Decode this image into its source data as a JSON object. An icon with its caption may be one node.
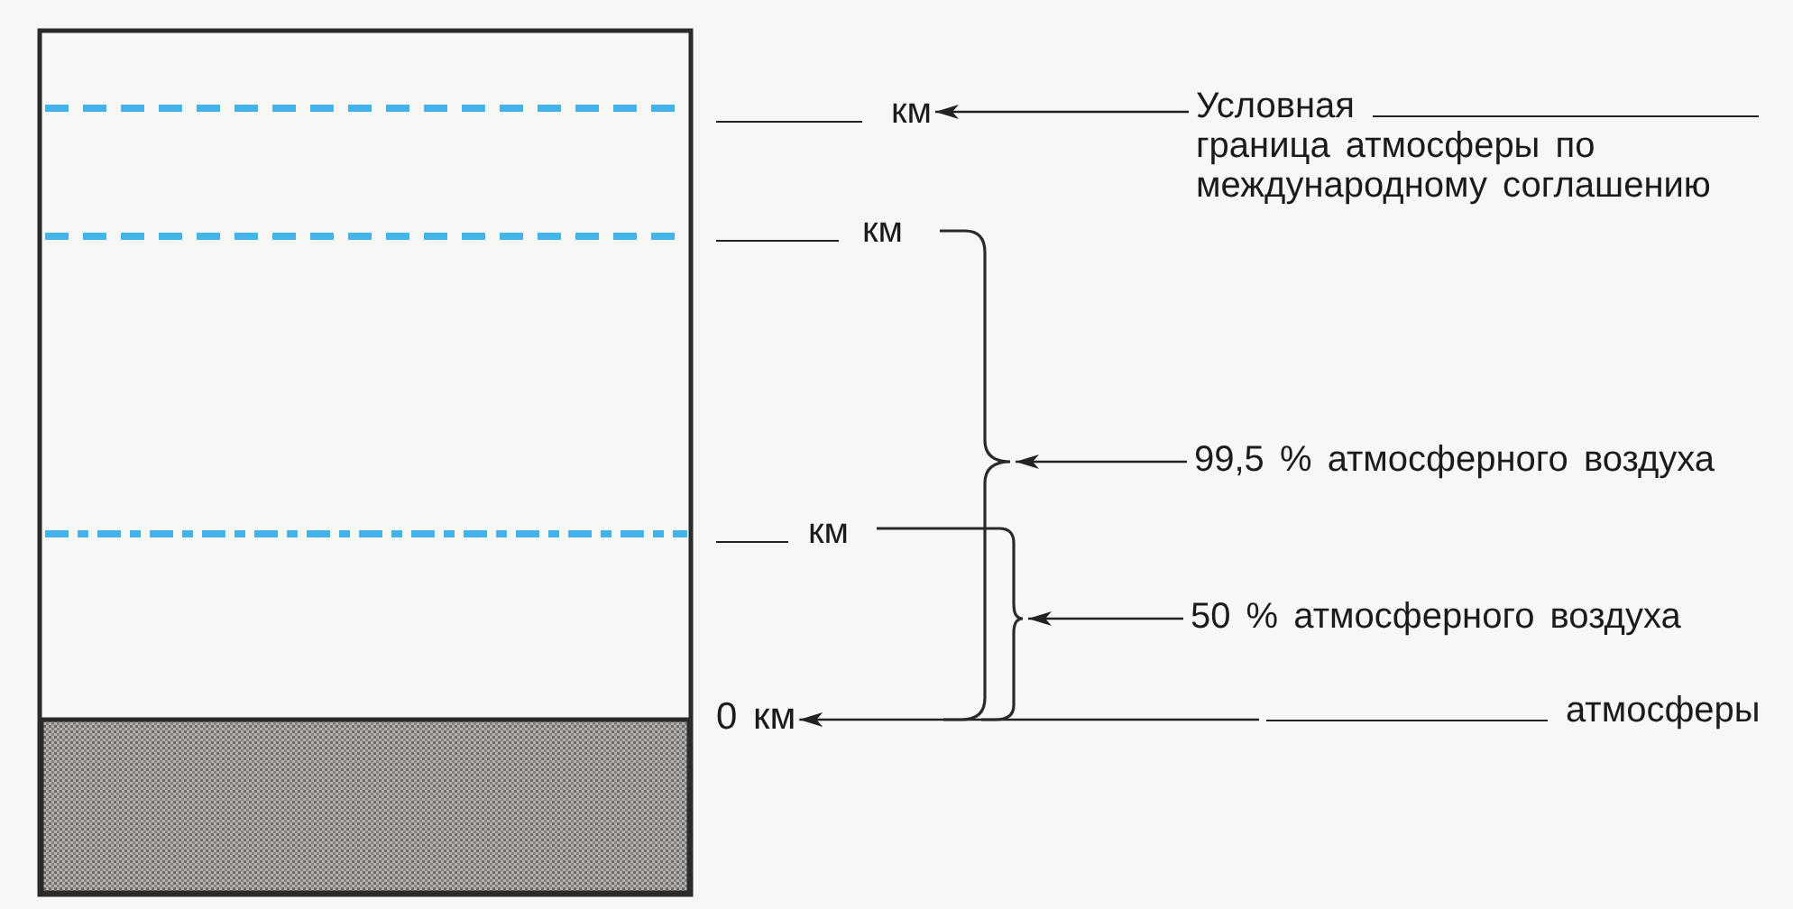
{
  "diagram": {
    "nodes": [
      {
        "text": [
          "км"
        ]
      },
      {
        "text": [
          "Условная",
          "граница атмосферы по международному соглашению"
        ]
      },
      {
        "text": [
          "км"
        ]
      },
      {
        "text": [],
        "shape": "brace"
      },
      {
        "text": [
          "99,5 % атмосферного воздуха"
        ]
      },
      {
        "text": [
          "км"
        ]
      },
      {
        "text": [],
        "shape": "brace"
      },
      {
        "text": [
          "50 % атмосферного воздуха"
        ]
      },
      {
        "text": [
          "0 км"
        ]
      },
      {
        "text": [
          "атмосферы"
        ]
      }
    ],
    "edges": [
      {
        "from": 1,
        "to": 0,
        "arrow": "to"
      },
      {
        "from": 4,
        "to": 3,
        "arrow": "to"
      },
      {
        "from": 7,
        "to": 6,
        "arrow": "to"
      },
      {
        "from": 9,
        "to": 8,
        "arrow": "to"
      }
    ]
  }
}
